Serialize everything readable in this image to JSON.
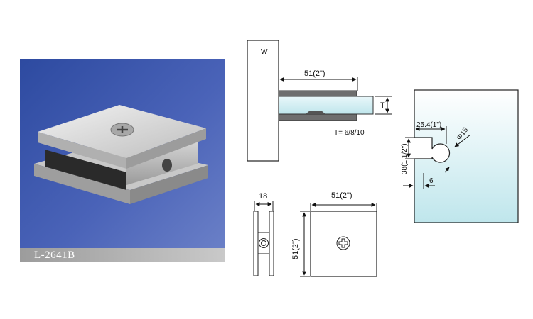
{
  "product": {
    "code": "L-2641B",
    "colors": {
      "background_top": "#2d4aa0",
      "background_bottom": "#6d82c8",
      "metal": "#d8d8d8"
    }
  },
  "side_section": {
    "wall_label": "W",
    "depth_label": "51(2\")",
    "thickness_label": "T",
    "thickness_values": "T= 6/8/10"
  },
  "side_view": {
    "width_label": "18"
  },
  "front_view": {
    "width_label": "51(2\")",
    "height_label": "51(2\")"
  },
  "glass_cutout": {
    "offset_label": "25.4(1\")",
    "diameter_label": "Φ15",
    "slot_height_label": "38(1 1/2\")",
    "slot_width_label": "6",
    "colors": {
      "glass_top": "#ffffff",
      "glass_bottom": "#bfe6ec"
    }
  }
}
